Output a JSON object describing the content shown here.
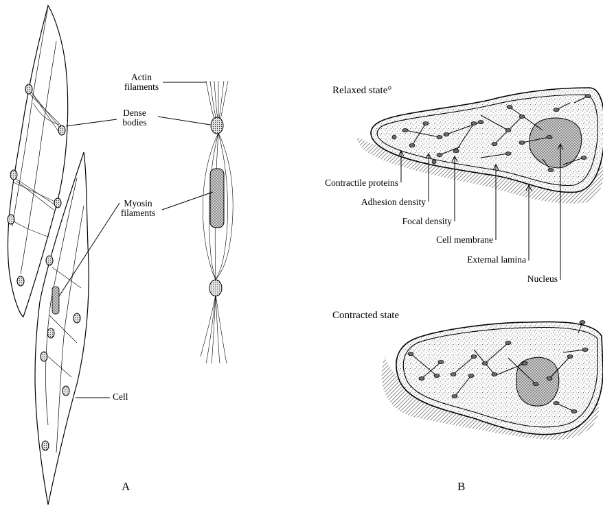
{
  "panel_a": {
    "letter": "A",
    "labels": {
      "actin": [
        "Actin",
        "filaments"
      ],
      "dense": [
        "Dense",
        "bodies"
      ],
      "myosin": [
        "Myosin",
        "filaments"
      ],
      "cell": "Cell"
    }
  },
  "panel_b": {
    "letter": "B",
    "relaxed_title": "Relaxed state°",
    "contracted_title": "Contracted state",
    "labels": {
      "contractile": "Contractile proteins",
      "adhesion": "Adhesion density",
      "focal": "Focal density",
      "membrane": "Cell membrane",
      "lamina": "External lamina",
      "nucleus": "Nucleus"
    }
  }
}
